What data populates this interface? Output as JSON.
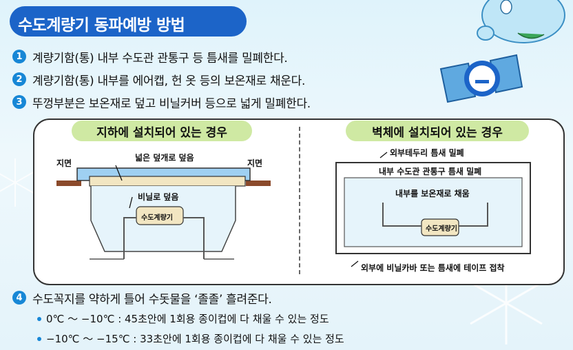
{
  "title": "수도계량기 동파예방 방법",
  "steps": [
    {
      "num": "1",
      "text": "계량기함(통) 내부 수도관 관통구 등 틈새를 밀폐한다."
    },
    {
      "num": "2",
      "text": "계량기함(통) 내부를 에어캡, 헌 옷 등의 보온재로 채운다."
    },
    {
      "num": "3",
      "text": "뚜껑부분은 보온재로 덮고 비닐커버 등으로 넓게 밀폐한다."
    },
    {
      "num": "4",
      "text": "수도꼭지를 약하게 틀어 수돗물을 ‘졸졸’ 흘려준다."
    }
  ],
  "left_diagram": {
    "header": "지하에 설치되어 있는 경우",
    "ground_left": "지면",
    "ground_right": "지면",
    "cover_note": "넓은 덮개로 덮음",
    "vinyl_note": "비닐로 덮음",
    "meter": "수도계량기"
  },
  "right_diagram": {
    "header": "벽체에 설치되어 있는 경우",
    "outer_seal": "외부테두리 틈새 밀폐",
    "inner_seal": "내부 수도관 관통구 틈새 밀폐",
    "fill_note": "내부를 보온재로 채움",
    "meter": "수도계량기",
    "tape_note": "외부에 비닐카바 또는 틈새에 테이프 접착"
  },
  "bullets": [
    "0℃ ～ −10℃ : 45초안에 1회용 종이컵에 다 채울 수 있는 정도",
    "−10℃ ～ −15℃ : 33초안에 1회용 종이컵에 다 채울 수 있는 정도"
  ]
}
